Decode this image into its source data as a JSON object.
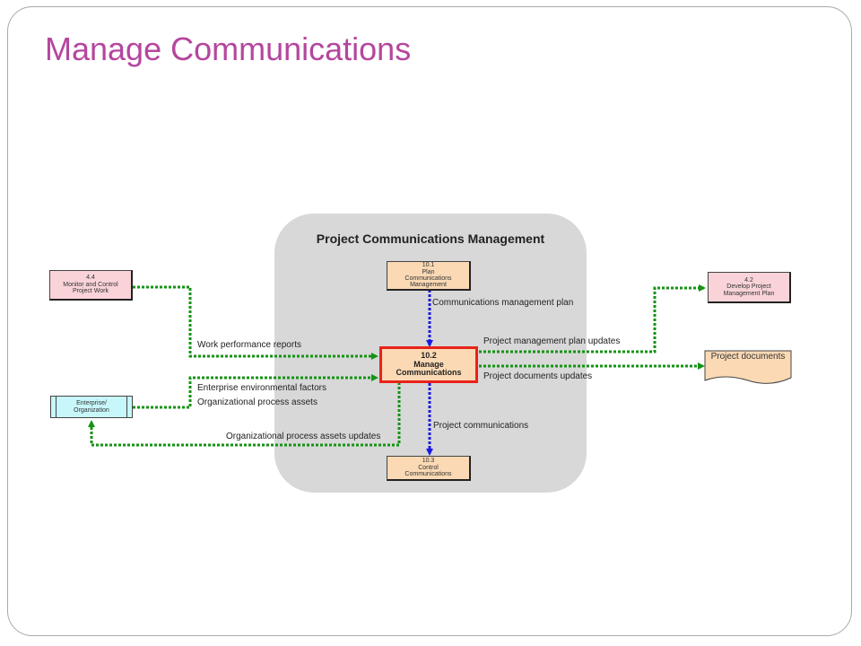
{
  "slide": {
    "title": "Manage Communications"
  },
  "diagram": {
    "group_title": "Project Communications Management",
    "processes": {
      "plan": {
        "number": "10.1",
        "name": "Plan Communications Management"
      },
      "manage": {
        "number": "10.2",
        "name": "Manage Communications"
      },
      "control": {
        "number": "10.3",
        "name": "Control Communications"
      },
      "monitor": {
        "number": "4.4",
        "name": "Monitor and Control Project Work"
      },
      "develop_plan": {
        "number": "4.2",
        "name": "Develop Project Management Plan"
      }
    },
    "external": {
      "enterprise": "Enterprise/ Organization",
      "project_documents": "Project documents"
    },
    "flows": {
      "comm_mgmt_plan": "Communications management plan",
      "work_perf_reports": "Work performance reports",
      "eef": "Enterprise environmental factors",
      "opa": "Organizational process assets",
      "opa_updates": "Organizational process assets updates",
      "pmp_updates": "Project management plan updates",
      "doc_updates": "Project documents updates",
      "project_comms": "Project communications"
    },
    "colors": {
      "title": "#b5469d",
      "input_output_arrow": "#149314",
      "internal_arrow": "#1a1ae6",
      "highlight_border": "#e8231a"
    }
  }
}
